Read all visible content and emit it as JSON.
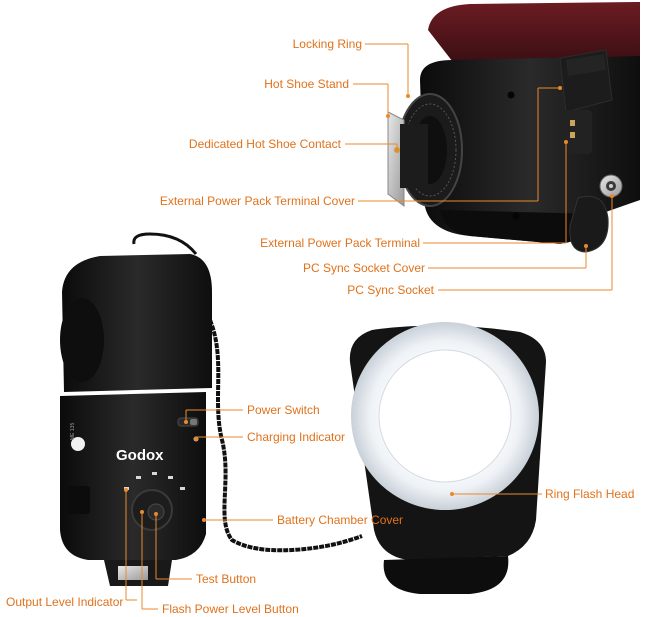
{
  "brand": {
    "name": "Godox",
    "sub_label": "ME 135"
  },
  "colors": {
    "label": "#e0721c",
    "leader": "#e88a2c",
    "body": "#151515",
    "top_accent": "#4a1418",
    "ring": "#e9edf2"
  },
  "labels": {
    "locking_ring": "Locking Ring",
    "hot_shoe_stand": "Hot Shoe Stand",
    "dedicated_hot_shoe_contact": "Dedicated Hot Shoe Contact",
    "external_power_pack_terminal_cover": "External Power Pack Terminal Cover",
    "external_power_pack_terminal": "External Power Pack Terminal",
    "pc_sync_socket_cover": "PC Sync Socket Cover",
    "pc_sync_socket": "PC Sync Socket",
    "power_switch": "Power Switch",
    "charging_indicator": "Charging Indicator",
    "ring_flash_head": "Ring Flash Head",
    "battery_chamber_cover": "Battery Chamber Cover",
    "test_button": "Test Button",
    "output_level_indicator": "Output Level Indicator",
    "flash_power_level_button": "Flash Power Level Button"
  }
}
